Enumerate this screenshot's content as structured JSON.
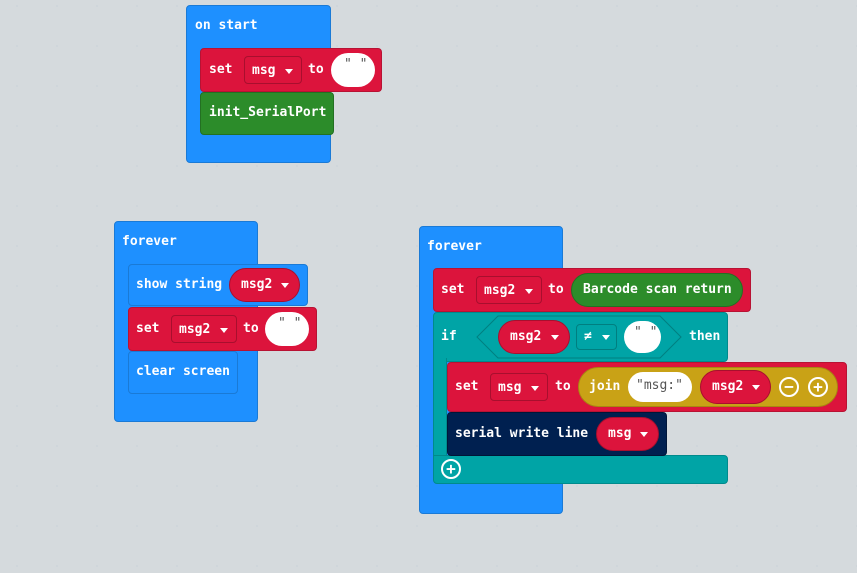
{
  "blocks": {
    "on_start": {
      "header": "on start",
      "set_kw": "set",
      "var": "msg",
      "to_kw": "to",
      "value": "\" \"",
      "call": "init_SerialPort"
    },
    "forever1": {
      "header": "forever",
      "show_string_kw": "show string",
      "show_var": "msg2",
      "set_kw": "set",
      "set_var": "msg2",
      "to_kw": "to",
      "set_value": "\" \"",
      "clear_kw": "clear screen"
    },
    "forever2": {
      "header": "forever",
      "set_kw": "set",
      "set_var": "msg2",
      "to_kw": "to",
      "call": "Barcode scan return",
      "if_kw": "if",
      "cond_var": "msg2",
      "op": "≠",
      "cond_value": "\" \"",
      "then_kw": "then",
      "inner_set_kw": "set",
      "inner_set_var": "msg",
      "inner_to_kw": "to",
      "join_kw": "join",
      "join_str": "\"msg:\"",
      "join_var": "msg2",
      "minus": "−",
      "plus": "+",
      "serial_kw": "serial write line",
      "serial_var": "msg",
      "add": "+"
    }
  },
  "colors": {
    "basic": "#1e90ff",
    "variables": "#dc143c",
    "functions": "#2c8c2a",
    "logic": "#00a4a6",
    "serial": "#002050",
    "text": "#c9a216"
  }
}
